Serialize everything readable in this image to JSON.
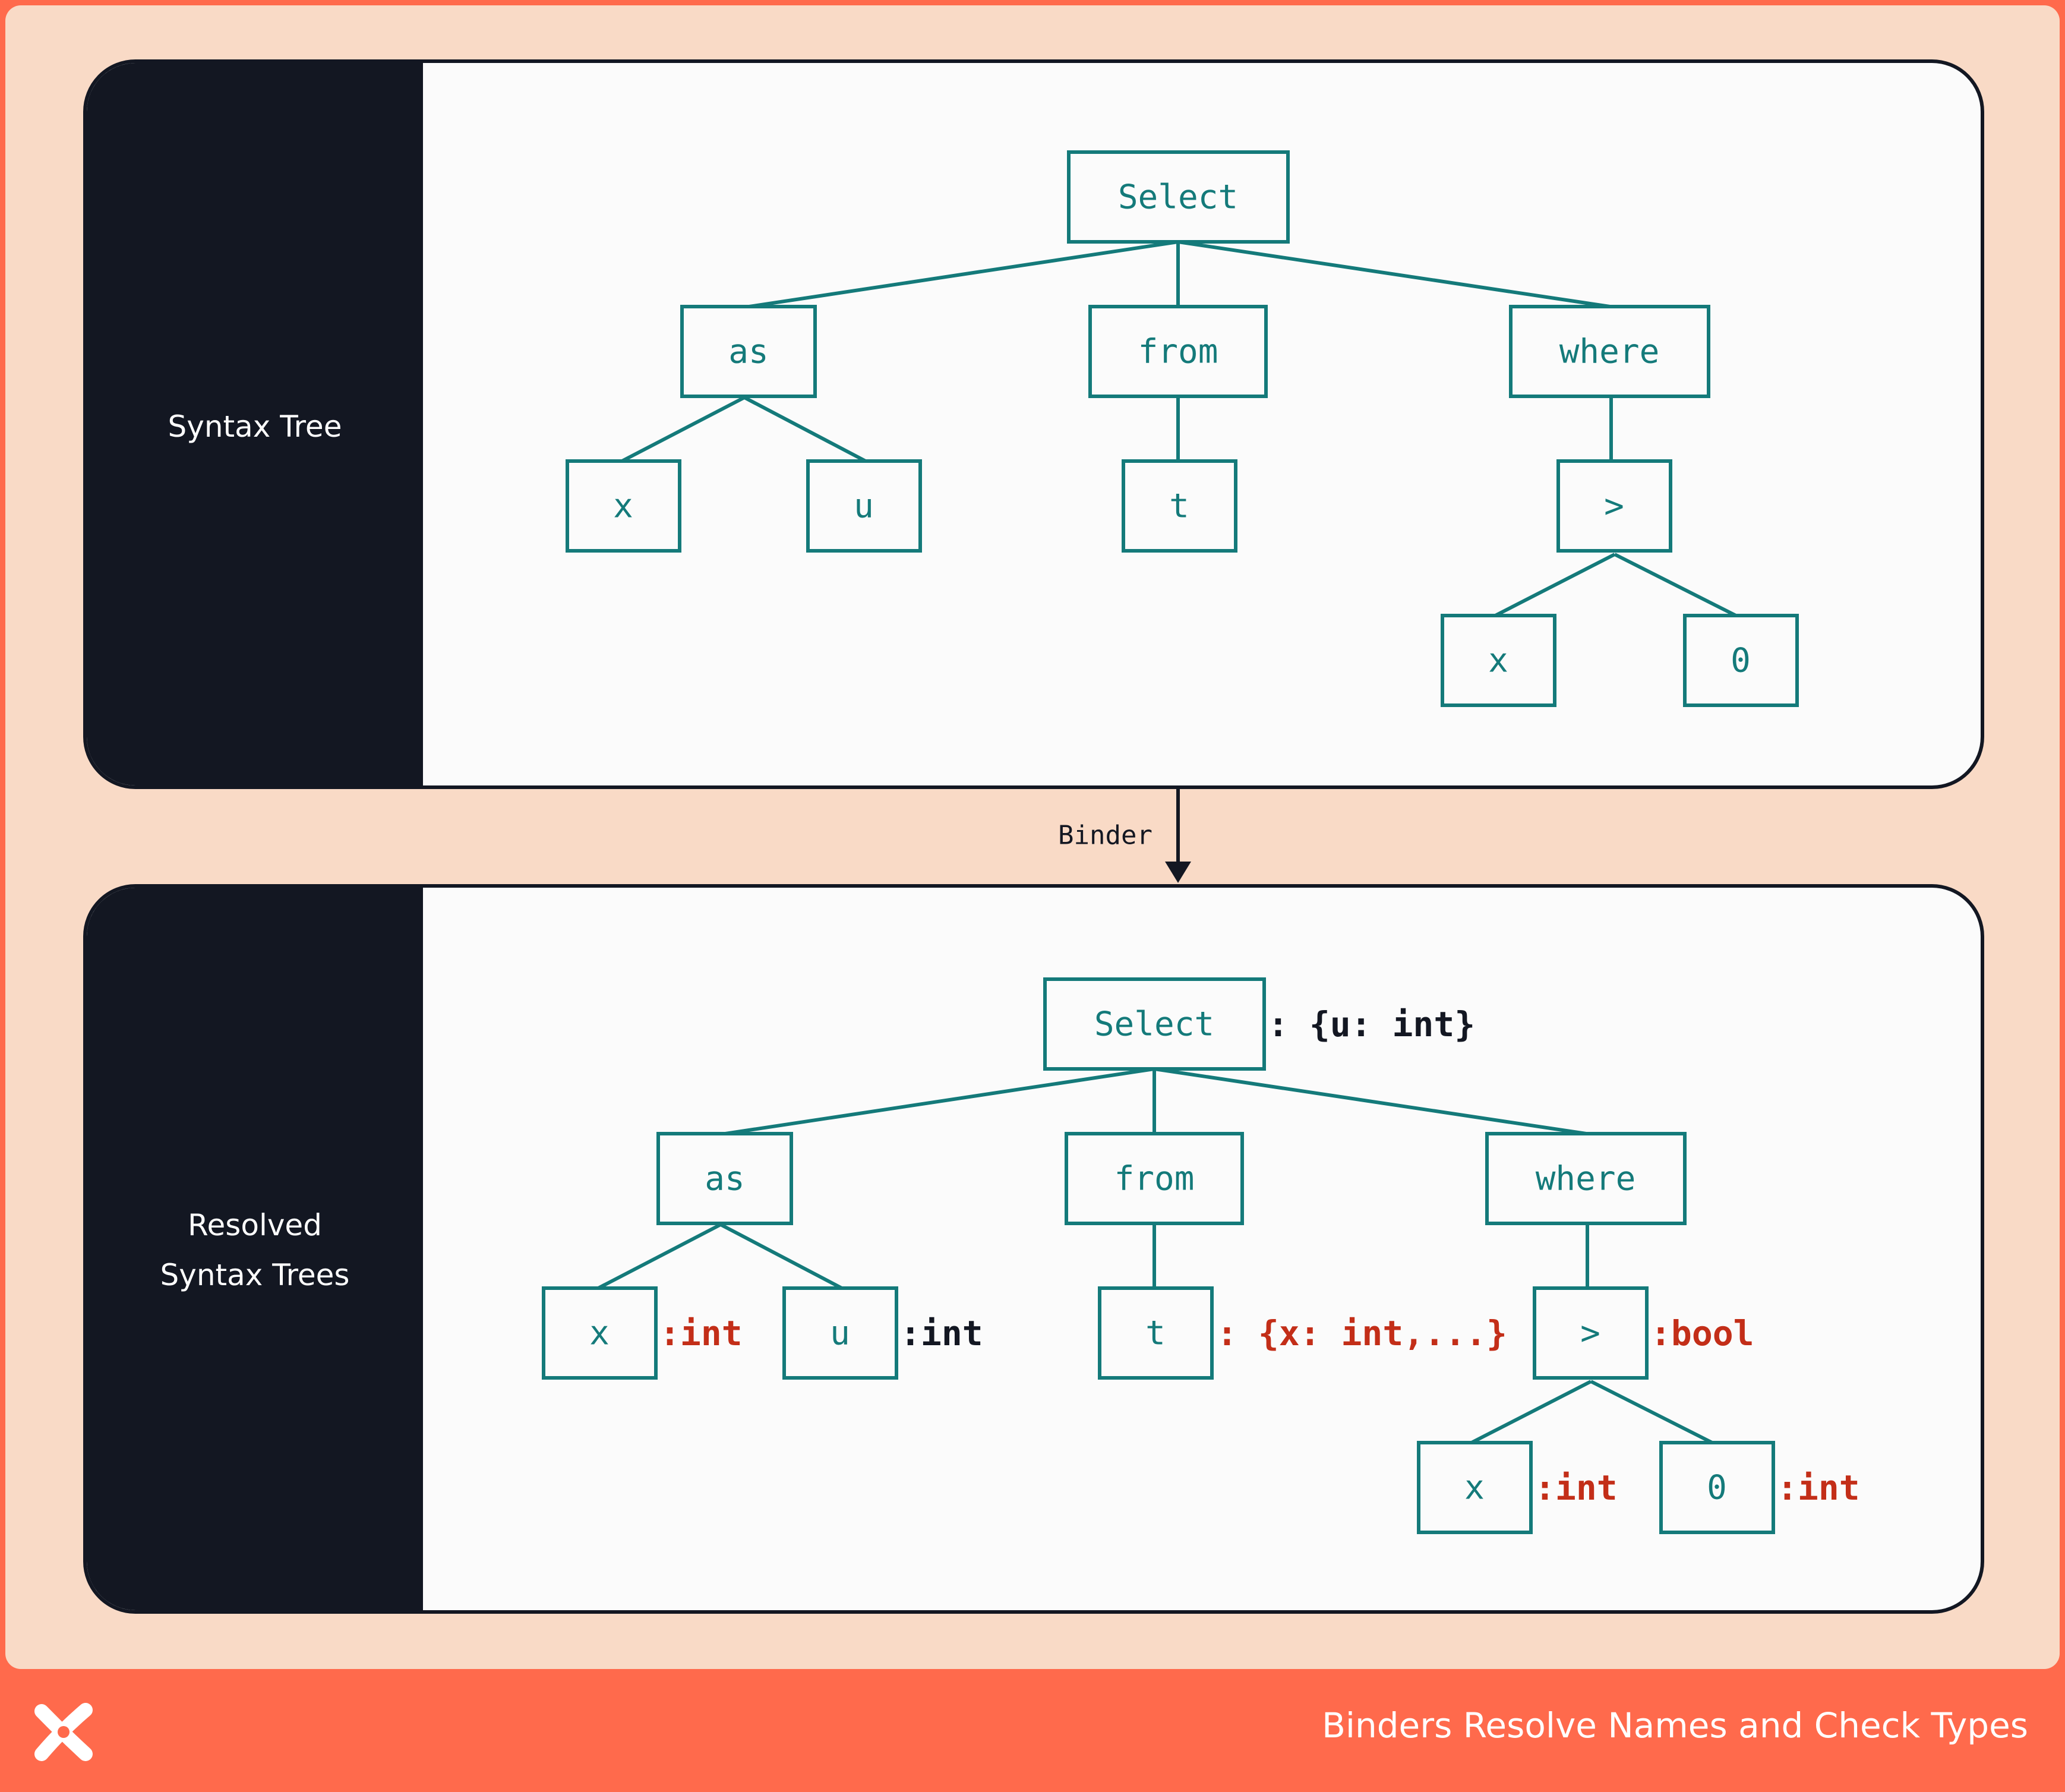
{
  "colors": {
    "frame": "#FF6A4C",
    "background": "#F9DAC6",
    "panel": "#FBFBFB",
    "sidebar": "#131722",
    "node_stroke": "#147A7A",
    "type_red": "#C32E18",
    "type_dark": "#131722"
  },
  "top_panel": {
    "label": "Syntax Tree",
    "nodes": {
      "select": "Select",
      "as": "as",
      "from": "from",
      "where": "where",
      "x": "x",
      "u": "u",
      "t": "t",
      "gt": ">",
      "x2": "x",
      "zero": "0"
    }
  },
  "arrow_label": "Binder",
  "bottom_panel": {
    "label_line1": "Resolved",
    "label_line2": "Syntax Trees",
    "nodes": {
      "select": "Select",
      "as": "as",
      "from": "from",
      "where": "where",
      "x": "x",
      "u": "u",
      "t": "t",
      "gt": ">",
      "x2": "x",
      "zero": "0"
    },
    "types": {
      "select": ": {u: int}",
      "x": ":int",
      "u": ":int",
      "t": ": {x: int,...}",
      "gt": ":bool",
      "x2": ":int",
      "zero": ":int"
    }
  },
  "footer": {
    "title": "Binders Resolve Names and Check Types",
    "logo_icon": "x-logo-icon"
  }
}
